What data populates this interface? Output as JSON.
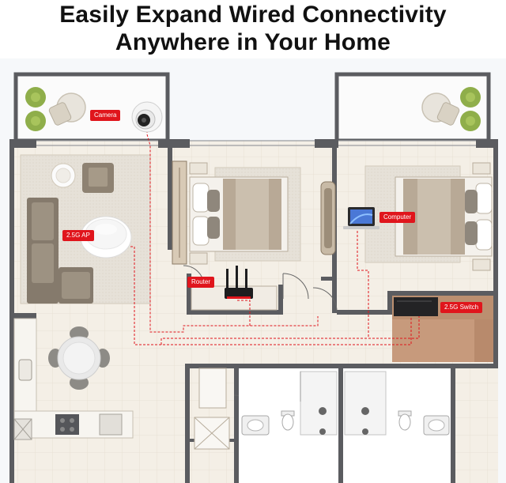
{
  "headline": {
    "line1": "Easily Expand Wired Connectivity",
    "line2": "Anywhere in Your Home"
  },
  "labels": {
    "camera": "Camera",
    "ap": "2.5G AP",
    "router": "Router",
    "computer": "Computer",
    "switch": "2.5G Switch"
  },
  "colors": {
    "accent": "#e0151c",
    "wall": "#55565a",
    "floor": "#f4efe6",
    "cable": "#e0151c"
  }
}
